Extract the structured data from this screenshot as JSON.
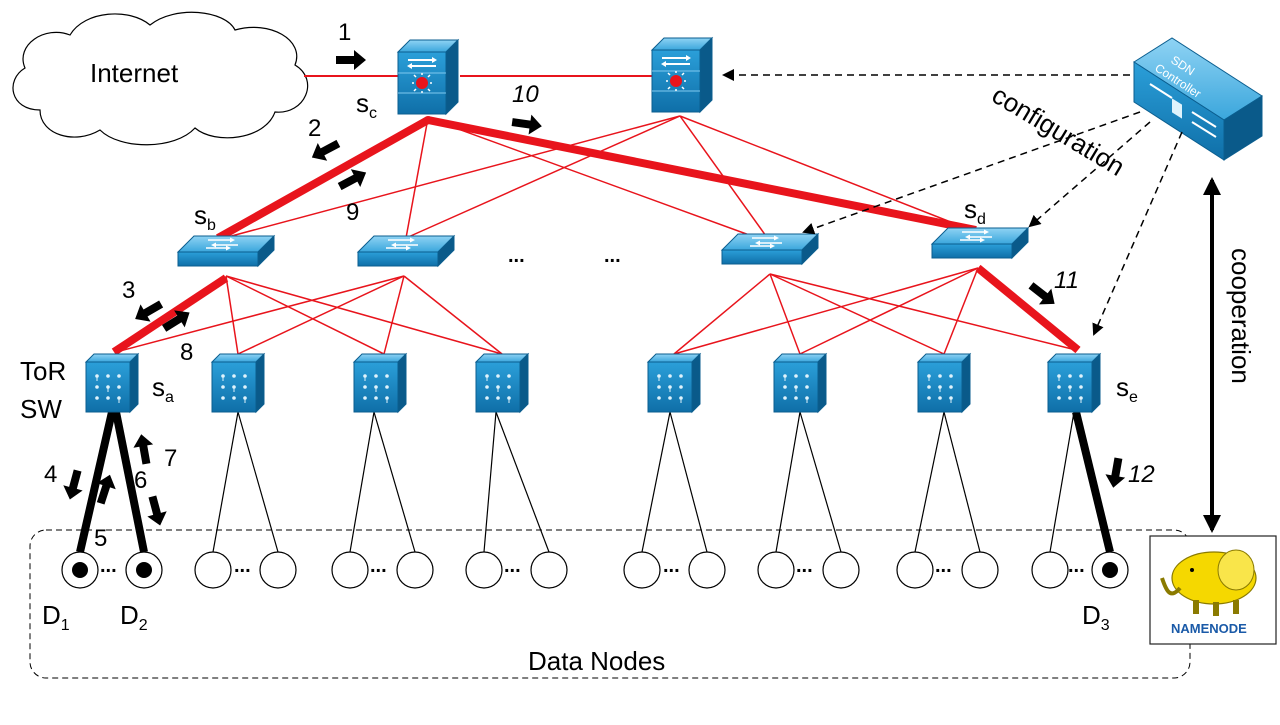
{
  "labels": {
    "internet": "Internet",
    "configuration": "configuration",
    "cooperation": "cooperation",
    "data_nodes": "Data Nodes",
    "tor_line1": "ToR",
    "tor_line2": "SW",
    "sdn_line1": "SDN",
    "sdn_line2": "Controller",
    "namenode": "NAMENODE",
    "ellipsis": "..."
  },
  "switch_labels": {
    "sc": {
      "base": "s",
      "sub": "c"
    },
    "sb": {
      "base": "s",
      "sub": "b"
    },
    "sd": {
      "base": "s",
      "sub": "d"
    },
    "sa": {
      "base": "s",
      "sub": "a"
    },
    "se": {
      "base": "s",
      "sub": "e"
    }
  },
  "node_labels": {
    "d1": {
      "base": "D",
      "sub": "1"
    },
    "d2": {
      "base": "D",
      "sub": "2"
    },
    "d3": {
      "base": "D",
      "sub": "3"
    }
  },
  "steps": [
    "1",
    "2",
    "3",
    "4",
    "5",
    "6",
    "7",
    "8",
    "9",
    "10",
    "11",
    "12"
  ],
  "colors": {
    "link": "#e8141c",
    "switch_blue": "#1a8fd0",
    "black": "#000000",
    "elephant": "#f5d800"
  },
  "icons": {
    "core_switch": "multilayer-switch-icon",
    "agg_switch": "workgroup-switch-icon",
    "tor_switch": "tor-switch-icon",
    "controller": "sdn-controller-icon",
    "cloud": "cloud-icon",
    "arrow": "arrow-icon",
    "namenode": "hadoop-elephant-icon"
  }
}
